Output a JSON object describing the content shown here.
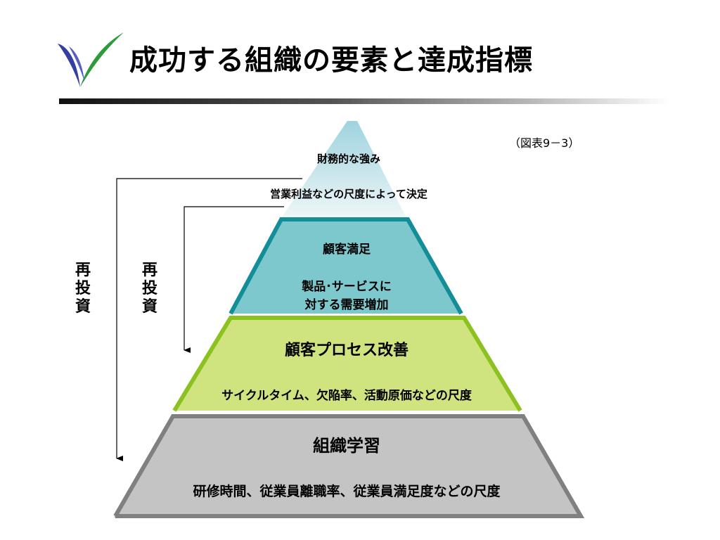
{
  "slide": {
    "title": "成功する組織の要素と達成指標",
    "figure_ref": "（図表9－3）",
    "colors": {
      "accent_dark": "#1a1a1a",
      "logo_blue": "#3340a0",
      "logo_green": "#2e9a3a",
      "tier1_fill": "#c8e6ec",
      "tier2_fill": "#7dc8cc",
      "tier2_border": "#138d97",
      "tier3_fill": "#cfe37e",
      "tier3_border": "#8cc21f",
      "tier4_fill": "#c4c4c4",
      "tier4_border": "#808080"
    }
  },
  "pyramid": {
    "tier1": {
      "heading": "財務的な強み",
      "detail": "営業利益などの尺度によって決定"
    },
    "tier2": {
      "heading": "顧客満足",
      "detail_line1": "製品･サービスに",
      "detail_line2": "対する需要増加"
    },
    "tier3": {
      "heading": "顧客プロセス改善",
      "detail": "サイクルタイム、欠陥率、活動原価などの尺度"
    },
    "tier4": {
      "heading": "組織学習",
      "detail": "研修時間、従業員離職率、従業員満足度などの尺度"
    }
  },
  "feedback": {
    "outer_label": "再投資",
    "inner_label": "再投資"
  }
}
